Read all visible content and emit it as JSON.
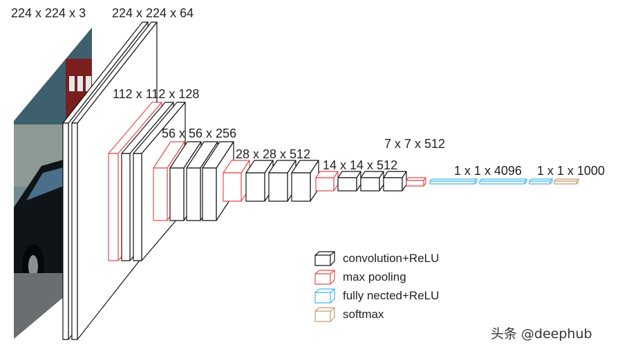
{
  "labels": {
    "input": "224 x 224 x 3",
    "conv1": "224 x 224 x 64",
    "conv2": "112 x 112 x 128",
    "conv3": "56 x 56 x 256",
    "conv4": "28 x 28 x 512",
    "conv5": "14 x 14 x 512",
    "pool5": "7 x 7 x 512",
    "fc": "1 x 1 x 4096",
    "softmax": "1 x 1 x 1000"
  },
  "legend": [
    {
      "key": "conv",
      "label": "convolution+ReLU",
      "color": "#111111"
    },
    {
      "key": "pool",
      "label": "max pooling",
      "color": "#e84a4a"
    },
    {
      "key": "fc",
      "label": "fully nected+ReLU",
      "color": "#3db8e8"
    },
    {
      "key": "softmax",
      "label": "softmax",
      "color": "#c49a6c"
    }
  ],
  "watermark": "头条 @deephub",
  "colors": {
    "conv": "#111111",
    "pool": "#e84a4a",
    "fc": "#3db8e8",
    "softmax": "#c49a6c"
  }
}
